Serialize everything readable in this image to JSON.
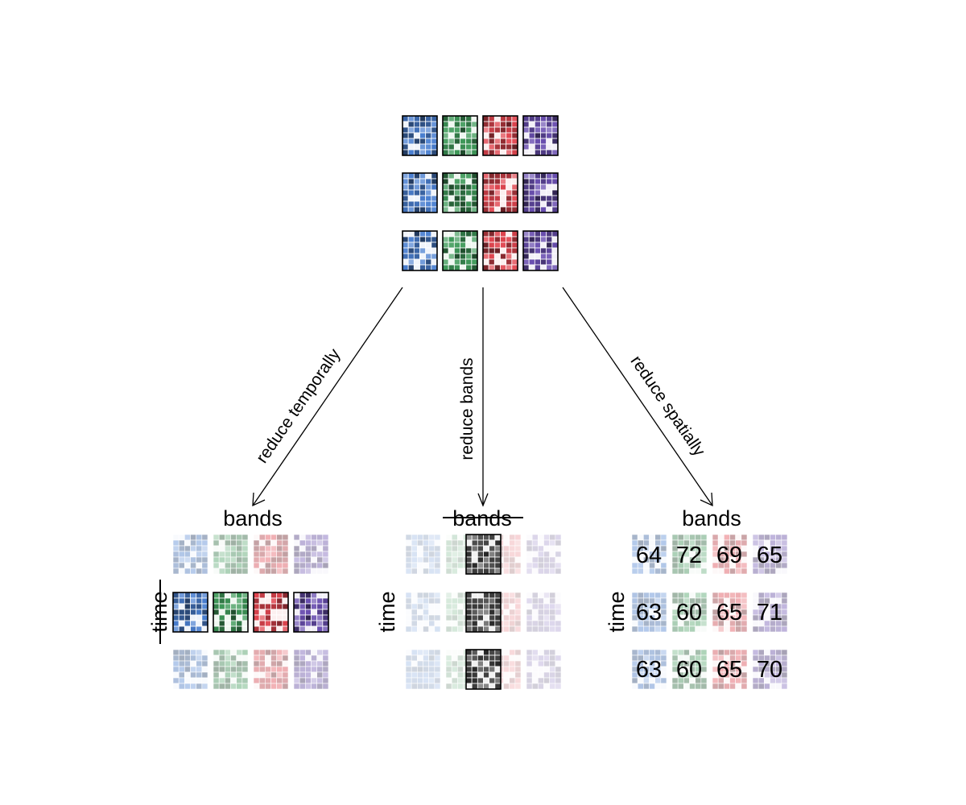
{
  "arrow_labels": {
    "left": "reduce temporally",
    "middle": "reduce bands",
    "right": "reduce spatially"
  },
  "panels": {
    "temporal": {
      "bands_label": "bands",
      "time_label": "time",
      "bands_struck": false,
      "time_struck": true
    },
    "bands": {
      "bands_label": "bands",
      "time_label": "time",
      "bands_struck": true,
      "time_struck": false
    },
    "spatial": {
      "bands_label": "bands",
      "time_label": "time",
      "bands_struck": false,
      "time_struck": false
    }
  },
  "spatial_values": [
    [
      "64",
      "72",
      "69",
      "65"
    ],
    [
      "63",
      "60",
      "65",
      "71"
    ],
    [
      "63",
      "60",
      "65",
      "70"
    ]
  ],
  "colors": {
    "band_blue": "#4a7fd0",
    "band_green": "#3f9a5a",
    "band_red": "#e0454f",
    "band_purple": "#6a4fb0",
    "grayscale": "#555555"
  }
}
